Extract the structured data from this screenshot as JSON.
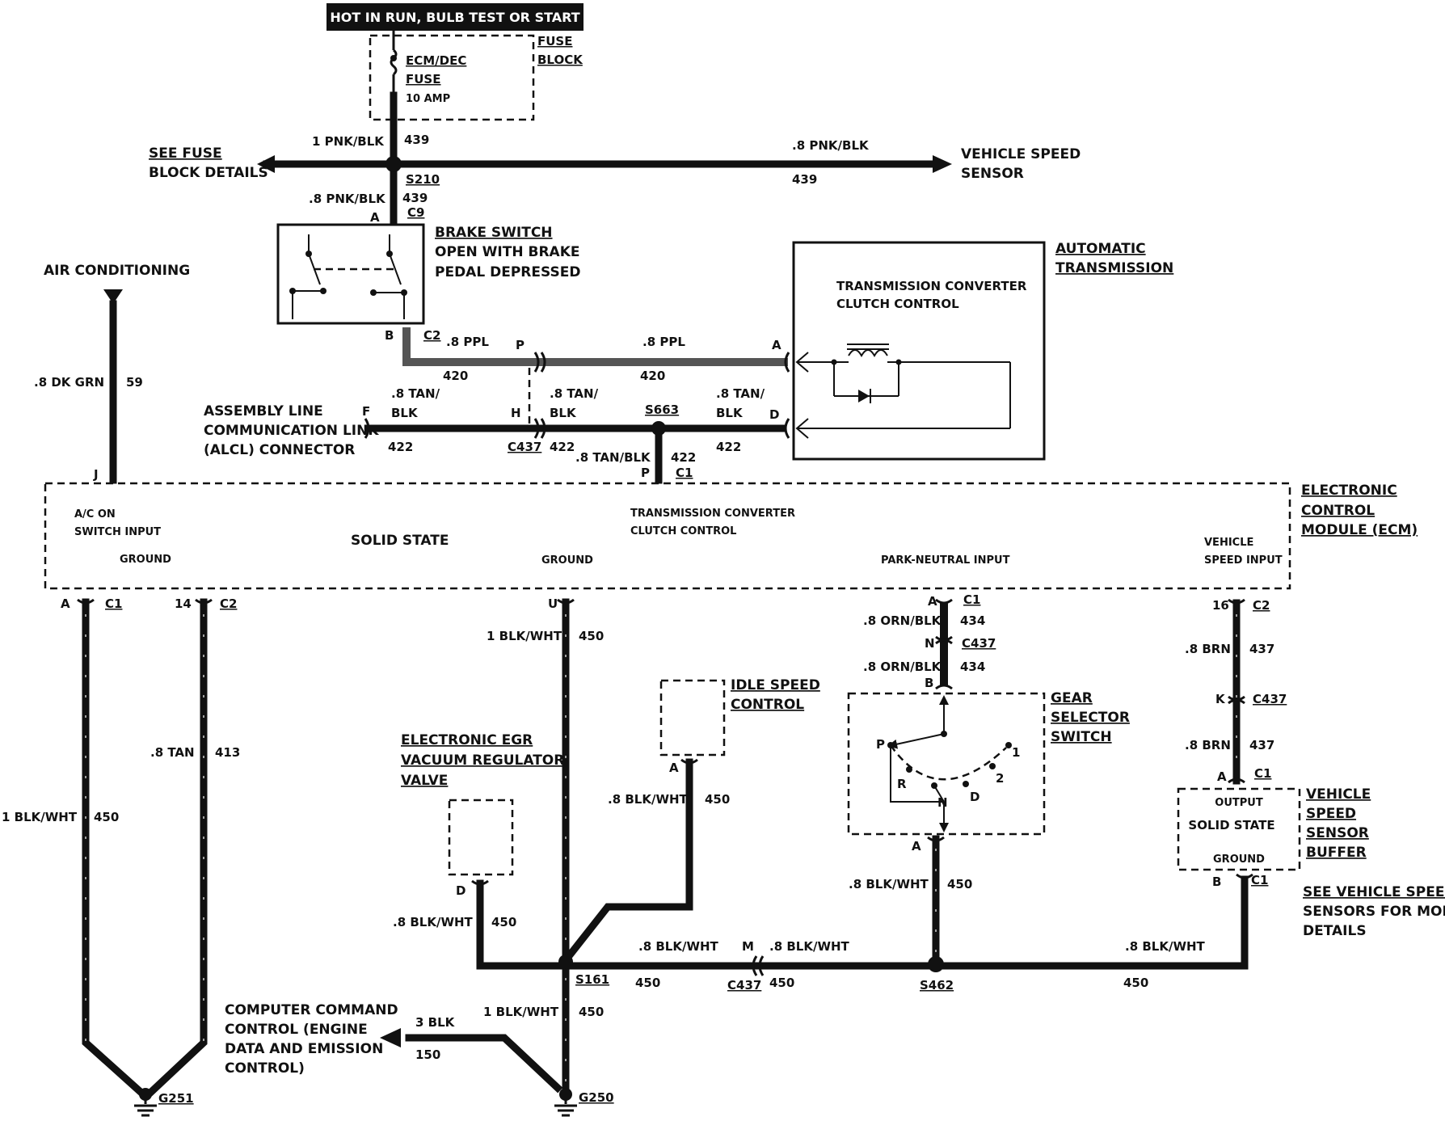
{
  "header": {
    "power_label": "HOT IN RUN, BULB TEST OR START"
  },
  "fuse_block": {
    "title1": "FUSE",
    "title2": "BLOCK",
    "fuse1": "ECM/DEC",
    "fuse2": "FUSE",
    "rating": "10 AMP"
  },
  "top_wires": {
    "w1_gauge": "1 PNK/BLK",
    "w1_circuit": "439",
    "see_fuse1": "SEE FUSE",
    "see_fuse2": "BLOCK DETAILS",
    "splice": "S210",
    "w2_gauge": ".8 PNK/BLK",
    "w2_circuit": "439",
    "w3_gauge": ".8 PNK/BLK",
    "w3_circuit": "439",
    "vss1": "VEHICLE SPEED",
    "vss2": "SENSOR",
    "pin_a": "A",
    "conn_c9": "C9"
  },
  "brake_switch": {
    "title": "BRAKE SWITCH",
    "line2": "OPEN WITH BRAKE",
    "line3": "PEDAL DEPRESSED",
    "pin_b": "B",
    "conn": "C2"
  },
  "air_conditioning": {
    "label": "AIR CONDITIONING",
    "gauge": ".8 DK GRN",
    "circuit": "59",
    "pin": "J"
  },
  "ppl": {
    "gauge1": ".8 PPL",
    "circuit1": "420",
    "pin_p": "P",
    "gauge2": ".8 PPL",
    "circuit2": "420",
    "pin_a": "A"
  },
  "auto_trans": {
    "title1": "AUTOMATIC",
    "title2": "TRANSMISSION",
    "inner1": "TRANSMISSION CONVERTER",
    "inner2": "CLUTCH CONTROL"
  },
  "alcl": {
    "line1": "ASSEMBLY LINE",
    "line2": "COMMUNICATION LINK",
    "line3": "(ALCL) CONNECTOR",
    "pin_f": "F",
    "pin_h": "H",
    "pin_d": "D",
    "g1a": ".8 TAN/",
    "g1b": "BLK",
    "c1": "422",
    "g2a": ".8 TAN/",
    "g2b": "BLK",
    "c2": "422",
    "g3a": ".8 TAN/",
    "g3b": "BLK",
    "c3": "422",
    "splice": "S663",
    "conn": "C437",
    "g4": ".8 TAN/BLK",
    "c4": "422",
    "pin_p": "P",
    "conn_c1": "C1"
  },
  "ecm": {
    "title1": "ELECTRONIC",
    "title2": "CONTROL",
    "title3": "MODULE (ECM)",
    "ac1": "A/C ON",
    "ac2": "SWITCH INPUT",
    "ground1": "GROUND",
    "solid": "SOLID STATE",
    "tcc1": "TRANSMISSION CONVERTER",
    "tcc2": "CLUTCH CONTROL",
    "ground2": "GROUND",
    "pn": "PARK-NEUTRAL INPUT",
    "vs1": "VEHICLE",
    "vs2": "SPEED INPUT"
  },
  "bottom_left": {
    "pin_a": "A",
    "c1": "C1",
    "pin_14": "14",
    "c2": "C2",
    "g1": "1 BLK/WHT",
    "cir1": "450",
    "g2": ".8 TAN",
    "cir2": "413",
    "ground": "G251"
  },
  "center": {
    "pin_u": "U",
    "g_main": "1 BLK/WHT",
    "cir_main": "450",
    "idle1": "IDLE SPEED",
    "idle2": "CONTROL",
    "idle_pin": "A",
    "idle_g": ".8 BLK/WHT",
    "idle_c": "450",
    "egr1": "ELECTRONIC EGR",
    "egr2": "VACUUM REGULATOR",
    "egr3": "VALVE",
    "egr_pin": "D",
    "egr_g": ".8 BLK/WHT",
    "egr_c": "450",
    "splice": "S161",
    "h_g1": ".8 BLK/WHT",
    "h_c1": "450",
    "pin_m": "M",
    "conn": "C437",
    "h_g2": ".8 BLK/WHT",
    "h_c2": "450",
    "ccc1": "COMPUTER COMMAND",
    "ccc2": "CONTROL (ENGINE",
    "ccc3": "DATA AND EMISSION",
    "ccc4": "CONTROL)",
    "blk_g": "3 BLK",
    "blk_c": "150",
    "g250_g": "1 BLK/WHT",
    "g250_c": "450",
    "ground": "G250"
  },
  "gear_selector": {
    "pin_a_top": "A",
    "c1": "C1",
    "g1": ".8 ORN/BLK",
    "cir1": "434",
    "pin_n": "N",
    "conn": "C437",
    "g2": ".8 ORN/BLK",
    "cir2": "434",
    "pin_b": "B",
    "title1": "GEAR",
    "title2": "SELECTOR",
    "title3": "SWITCH",
    "pos_p": "P",
    "pos_r": "R",
    "pos_n": "N",
    "pos_d": "D",
    "pos_2": "2",
    "pos_1": "1",
    "pin_a": "A",
    "g3": ".8 BLK/WHT",
    "cir3": "450",
    "splice": "S462"
  },
  "vss_buffer": {
    "pin_16": "16",
    "c2": "C2",
    "g1": ".8 BRN",
    "cir1": "437",
    "pin_k": "K",
    "conn": "C437",
    "g2": ".8 BRN",
    "cir2": "437",
    "pin_a": "A",
    "c1": "C1",
    "out": "OUTPUT",
    "solid": "SOLID STATE",
    "ground": "GROUND",
    "title1": "VEHICLE",
    "title2": "SPEED",
    "title3": "SENSOR",
    "title4": "BUFFER",
    "see1": "SEE VEHICLE SPEED",
    "see2": "SENSORS FOR MORE",
    "see3": "DETAILS",
    "pin_b": "B",
    "c1b": "C1",
    "g3": ".8 BLK/WHT",
    "cir3": "450"
  }
}
